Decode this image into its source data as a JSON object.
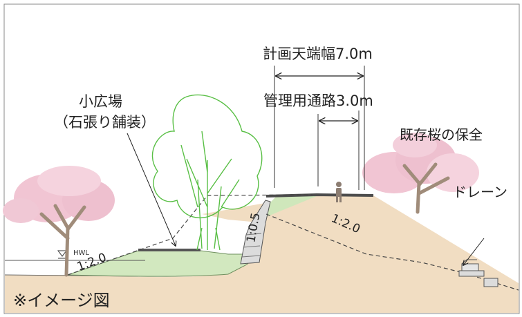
{
  "labels": {
    "crest_width": "計画天端幅7.0m",
    "management_road": "管理用通路3.0m",
    "small_plaza_line1": "小広場",
    "small_plaza_line2": "（石張り舗装）",
    "existing_cherry": "既存桜の保全",
    "drain": "ドレーン",
    "hwl": "HWL",
    "slope_left": "1:2.0",
    "slope_wall": "1:0.5",
    "slope_right": "1:2.0",
    "note": "※イメージ図"
  },
  "colors": {
    "soil": "#f1ddc2",
    "grass": "#d2e8bf",
    "cherry_blossom": "#efc4d2",
    "tree_outline": "#59bf45",
    "trunk": "#a08c7a",
    "frame": "#888888"
  }
}
